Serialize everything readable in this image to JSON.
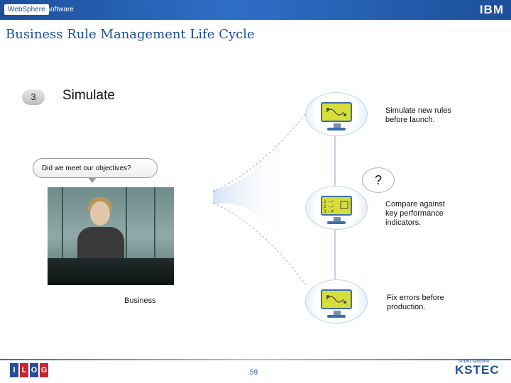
{
  "header": {
    "product_logo": "WebSphere",
    "product_sub": "software",
    "vendor_logo": "IBM"
  },
  "title": "Business Rule Management Life Cycle",
  "step": {
    "number": "3",
    "title": "Simulate"
  },
  "bubble": {
    "text": "Did we meet our objectives?"
  },
  "business_label": "Business",
  "question_mark": "?",
  "items": [
    {
      "label": "Simulate new rules\nbefore launch.",
      "icon": "flow-diagram-icon"
    },
    {
      "label": "Compare against\nkey performance\nindicators.",
      "icon": "checklist-icon"
    },
    {
      "label": "Fix errors before\nproduction.",
      "icon": "flow-diagram-icon"
    }
  ],
  "footer": {
    "ilog_letters": [
      "I",
      "L",
      "O",
      "G"
    ],
    "page_number": "59",
    "kstec_tagline": "smart solution",
    "kstec_logo": "KSTEC"
  },
  "colors": {
    "brand_blue": "#1c4f9a",
    "screen_yellow": "#d6df3a",
    "ilog_blue": "#2a4e9b",
    "ilog_red": "#c8262d"
  }
}
